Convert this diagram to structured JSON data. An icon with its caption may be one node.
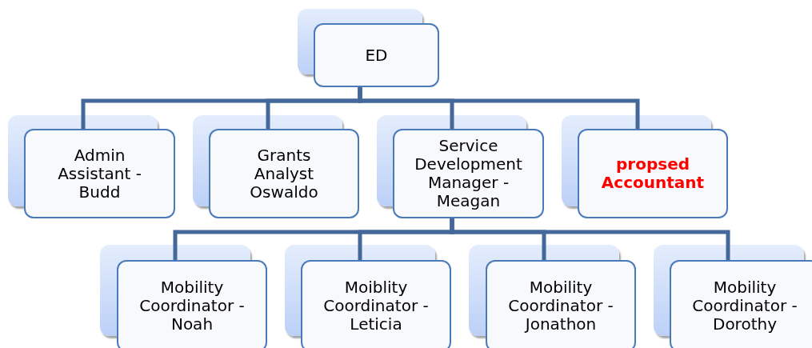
{
  "diagram": {
    "nodes": [
      {
        "text": [
          "ED"
        ]
      },
      {
        "text": [
          "Admin Assistant - Budd"
        ]
      },
      {
        "text": [
          "Grants Analyst Oswaldo"
        ]
      },
      {
        "text": [
          "Service Development Manager - Meagan"
        ]
      },
      {
        "text": [
          "propsed Accountant"
        ]
      },
      {
        "text": [
          "Mobility Coordinator - Noah"
        ]
      },
      {
        "text": [
          "Moiblity Coordinator - Leticia"
        ]
      },
      {
        "text": [
          "Mobility Coordinator - Jonathon"
        ]
      },
      {
        "text": [
          "Mobility Coordinator - Dorothy"
        ]
      }
    ],
    "edges": [
      {
        "from": 0,
        "to": 1,
        "arrow": "none"
      },
      {
        "from": 0,
        "to": 2,
        "arrow": "none"
      },
      {
        "from": 0,
        "to": 3,
        "arrow": "none"
      },
      {
        "from": 0,
        "to": 4,
        "arrow": "none"
      },
      {
        "from": 3,
        "to": 5,
        "arrow": "none"
      },
      {
        "from": 3,
        "to": 6,
        "arrow": "none"
      },
      {
        "from": 3,
        "to": 7,
        "arrow": "none"
      },
      {
        "from": 3,
        "to": 8,
        "arrow": "none"
      }
    ]
  }
}
